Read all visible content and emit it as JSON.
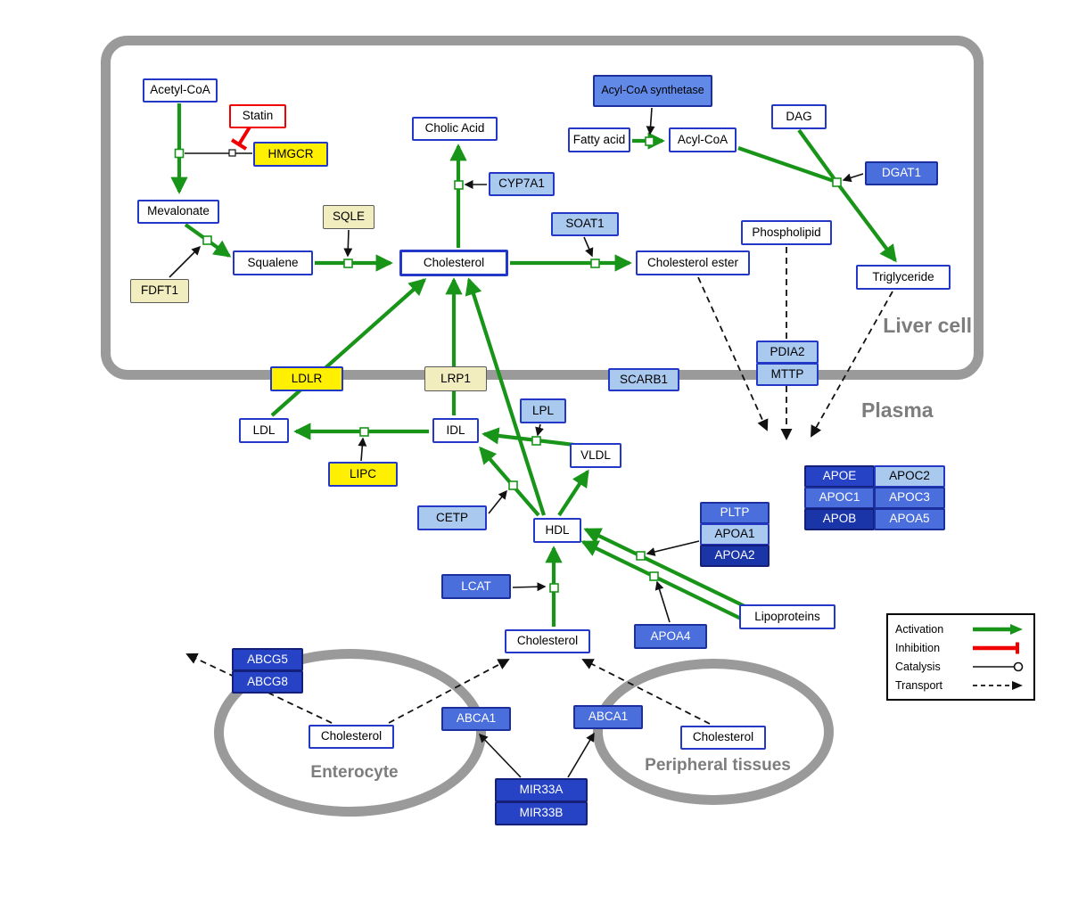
{
  "compartments": {
    "liver": "Liver cell",
    "plasma": "Plasma",
    "enterocyte": "Enterocyte",
    "peripheral": "Peripheral tissues"
  },
  "nodes": {
    "acetyl_coa": {
      "label": "Acetyl-CoA"
    },
    "statin": {
      "label": "Statin"
    },
    "hmgcr": {
      "label": "HMGCR"
    },
    "mevalonate": {
      "label": "Mevalonate"
    },
    "fdft1": {
      "label": "FDFT1"
    },
    "squalene": {
      "label": "Squalene"
    },
    "sqle": {
      "label": "SQLE"
    },
    "cholic_acid": {
      "label": "Cholic Acid"
    },
    "cyp7a1": {
      "label": "CYP7A1"
    },
    "cholesterol_liver": {
      "label": "Cholesterol"
    },
    "soat1": {
      "label": "SOAT1"
    },
    "cholesterol_ester": {
      "label": "Cholesterol ester"
    },
    "acyl_coa_synthetase": {
      "label": "Acyl-CoA synthetase"
    },
    "fatty_acid": {
      "label": "Fatty acid"
    },
    "acyl_coa": {
      "label": "Acyl-CoA"
    },
    "dag": {
      "label": "DAG"
    },
    "dgat1": {
      "label": "DGAT1"
    },
    "phospholipid": {
      "label": "Phospholipid"
    },
    "triglyceride": {
      "label": "Triglyceride"
    },
    "pdia2": {
      "label": "PDIA2"
    },
    "mttp": {
      "label": "MTTP"
    },
    "ldlr": {
      "label": "LDLR"
    },
    "lrp1": {
      "label": "LRP1"
    },
    "scarb1": {
      "label": "SCARB1"
    },
    "ldl": {
      "label": "LDL"
    },
    "idl": {
      "label": "IDL"
    },
    "lpl": {
      "label": "LPL"
    },
    "vldl": {
      "label": "VLDL"
    },
    "lipc": {
      "label": "LIPC"
    },
    "cetp": {
      "label": "CETP"
    },
    "hdl": {
      "label": "HDL"
    },
    "pltp": {
      "label": "PLTP"
    },
    "apoa1": {
      "label": "APOA1"
    },
    "apoa2": {
      "label": "APOA2"
    },
    "apoe": {
      "label": "APOE"
    },
    "apoc2": {
      "label": "APOC2"
    },
    "apoc1": {
      "label": "APOC1"
    },
    "apoc3": {
      "label": "APOC3"
    },
    "apob": {
      "label": "APOB"
    },
    "apoa5": {
      "label": "APOA5"
    },
    "lcat": {
      "label": "LCAT"
    },
    "apoa4": {
      "label": "APOA4"
    },
    "lipoproteins": {
      "label": "Lipoproteins"
    },
    "cholesterol_plasma": {
      "label": "Cholesterol"
    },
    "abcg5": {
      "label": "ABCG5"
    },
    "abcg8": {
      "label": "ABCG8"
    },
    "cholesterol_enterocyte": {
      "label": "Cholesterol"
    },
    "abca1_enterocyte": {
      "label": "ABCA1"
    },
    "abca1_peripheral": {
      "label": "ABCA1"
    },
    "cholesterol_peripheral": {
      "label": "Cholesterol"
    },
    "mir33a": {
      "label": "MIR33A"
    },
    "mir33b": {
      "label": "MIR33B"
    }
  },
  "legend": {
    "activation": "Activation",
    "inhibition": "Inhibition",
    "catalysis": "Catalysis",
    "transport": "Transport"
  },
  "colors": {
    "activation_green": "#189418",
    "inhibition_red": "#f00000",
    "metabolite_border_blue": "#2438c8",
    "gene_yellow": "#ffef00",
    "gene_light_blue": "#a9c9ef",
    "gene_medium_blue": "#4a6fdd",
    "gene_dark_blue": "#2543c4",
    "compartment_gray": "#9a9a9a"
  }
}
